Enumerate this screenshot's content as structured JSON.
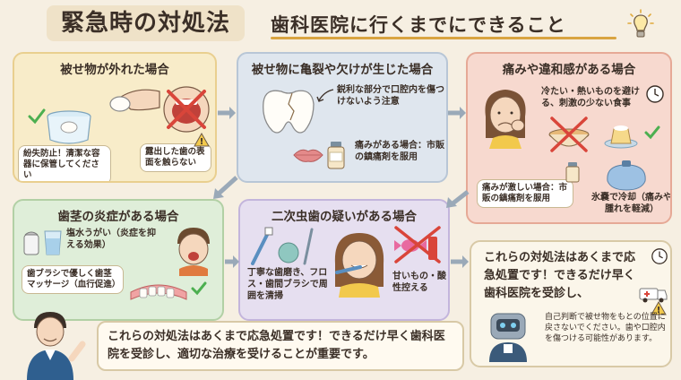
{
  "header": {
    "title": "緊急時の対処法",
    "subtitle": "歯科医院に行くまでにできること"
  },
  "cards": {
    "crown_off": {
      "title": "被せ物が外れた場合",
      "note_keep": "紛失防止！清潔な容器に保管してください",
      "note_touch": "露出した歯の表面を触らない"
    },
    "crack": {
      "title": "被せ物に亀裂や欠けが生じた場合",
      "note_sharp": "鋭利な部分で口腔内を傷つけないよう注意",
      "note_pain": "痛みがある場合：市販の鎮痛剤を服用"
    },
    "pain": {
      "title": "痛みや違和感がある場合",
      "note_food": "冷たい・熱いものを避ける、刺激の少ない食事",
      "note_severe": "痛みが激しい場合：市販の鎮痛剤を服用",
      "note_ice": "氷嚢で冷却（痛みや腫れを軽減）"
    },
    "gum": {
      "title": "歯茎の炎症がある場合",
      "note_salt": "塩水うがい（炎症を抑える効果）",
      "note_brush": "歯ブラシで優しく歯茎マッサージ（血行促進）"
    },
    "decay": {
      "title": "二次虫歯の疑いがある場合",
      "note_clean": "丁寧な歯磨き、フロス・歯間ブラシで周囲を清掃",
      "note_sweet": "甘いもの・酸性控える"
    },
    "summary": {
      "main": "これらの対処法はあくまで応急処置です！できるだけ早く歯科医院を受診し、",
      "warning": "自己判断で被せ物をもとの位置に戻さないでください。歯や口腔内を傷つける可能性があります。"
    }
  },
  "footer": {
    "banner": "これらの対処法はあくまで応急処置です！できるだけ早く歯科医院を受診し、適切な治療を受けることが重要です。"
  },
  "colors": {
    "accent": "#d9a441",
    "arrow": "#9aa9b8",
    "check": "#4caf50",
    "cross": "#d9453a"
  }
}
